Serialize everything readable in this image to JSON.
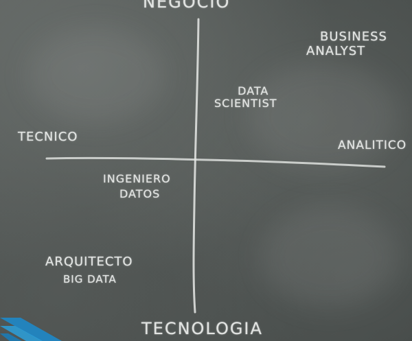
{
  "axes": {
    "top": "NEGOCIO",
    "bottom": "TECNOLOGIA",
    "left": "TECNICO",
    "right": "ANALITICO"
  },
  "roles": {
    "business_analyst": [
      "BUSINESS",
      "ANALYST"
    ],
    "data_scientist": [
      "DATA",
      "SCIENTIST"
    ],
    "ingeniero_datos": [
      "INGENIERO",
      "DATOS"
    ],
    "arquitecto_big_data": [
      "ARQUITECTO",
      "BIG DATA"
    ]
  }
}
